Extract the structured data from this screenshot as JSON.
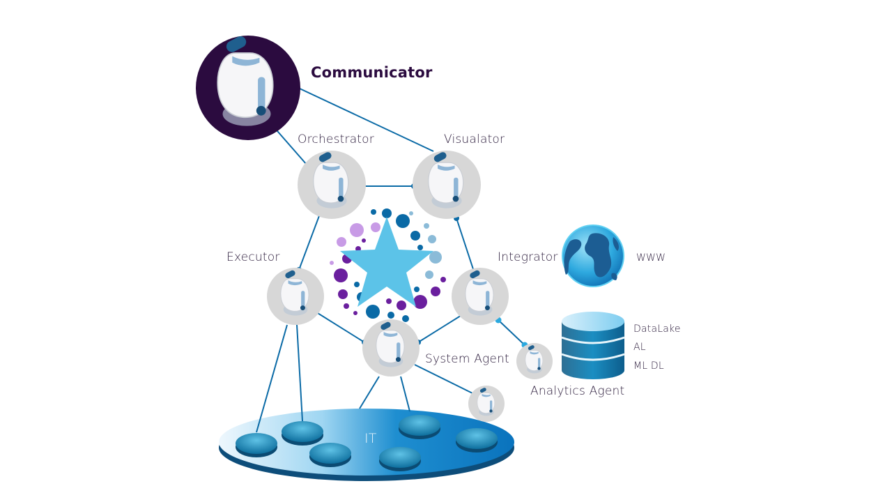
{
  "agents": {
    "communicator": "Communicator",
    "orchestrator": "Orchestrator",
    "visualator": "Visualator",
    "executor": "Executor",
    "integrator": "Integrator",
    "system_agent": "System Agent",
    "analytics_agent": "Analytics Agent"
  },
  "resources": {
    "www": "WWW",
    "datalake_items": [
      "DataLake",
      "AL",
      "ML DL"
    ],
    "it_platform": "IT"
  },
  "icons": {
    "agent": "robot-agent-icon",
    "globe": "globe-icon",
    "database": "database-icon",
    "star": "star-icon"
  },
  "colors": {
    "communicator_bg": "#2b0b3f",
    "agent_bg": "#d7d7d7",
    "link": "#0a6aa6",
    "star": "#5cc3e8",
    "it_platform": "#1a86c6"
  }
}
